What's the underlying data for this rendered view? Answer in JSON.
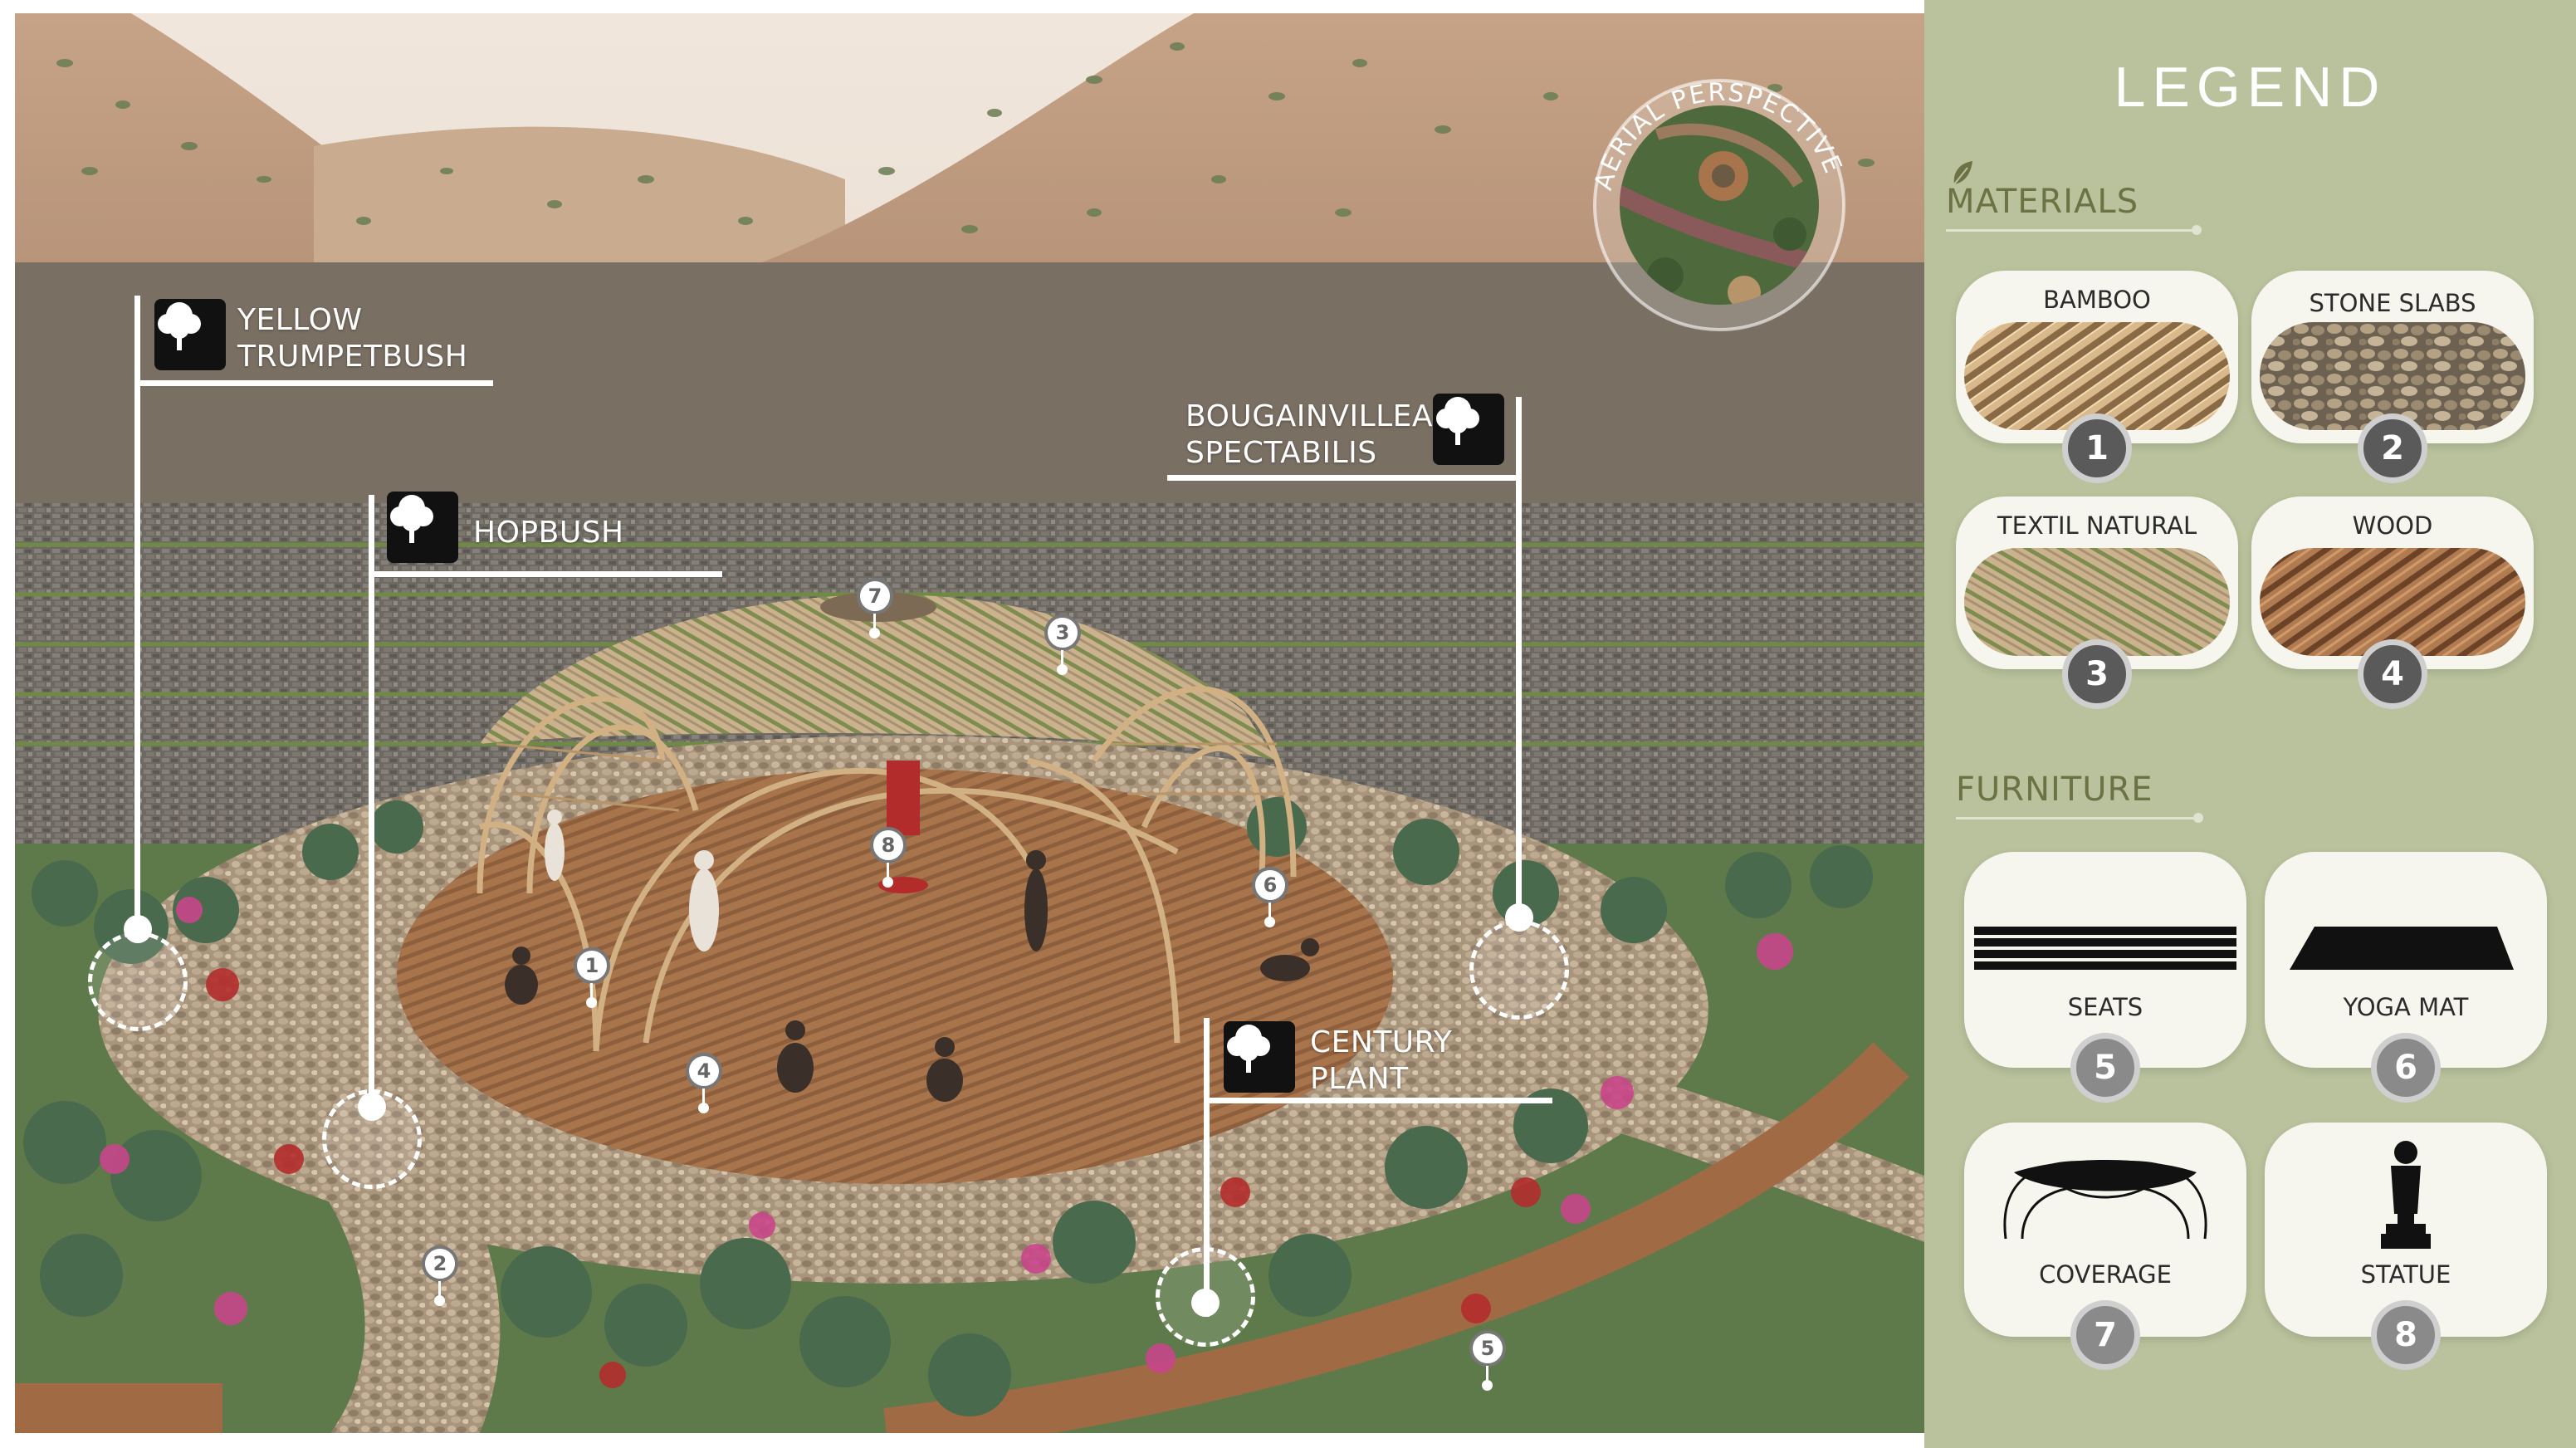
{
  "legend": {
    "title": "LEGEND",
    "materials": {
      "title": "MATERIALS",
      "items": [
        {
          "label": "BAMBOO",
          "number": "1"
        },
        {
          "label": "STONE SLABS",
          "number": "2"
        },
        {
          "label": "TEXTIL NATURAL",
          "number": "3"
        },
        {
          "label": "WOOD",
          "number": "4"
        }
      ]
    },
    "furniture": {
      "title": "FURNITURE",
      "items": [
        {
          "label": "SEATS",
          "number": "5"
        },
        {
          "label": "YOGA MAT",
          "number": "6"
        },
        {
          "label": "COVERAGE",
          "number": "7"
        },
        {
          "label": "STATUE",
          "number": "8"
        }
      ]
    }
  },
  "scene": {
    "aerial_label": "AERIAL PERSPECTIVE",
    "plants": [
      {
        "line1": "YELLOW",
        "line2": "TRUMPETBUSH"
      },
      {
        "line1": "HOPBUSH",
        "line2": ""
      },
      {
        "line1": "BOUGAINVILLEA",
        "line2": "SPECTABILIS"
      },
      {
        "line1": "CENTURY",
        "line2": "PLANT"
      }
    ],
    "markers": [
      "1",
      "2",
      "3",
      "4",
      "5",
      "6",
      "7",
      "8"
    ]
  },
  "colors": {
    "legend_bg": "#b9c29c",
    "section_title": "#6c7244",
    "card_bg": "#f6f6ef",
    "badge": "#5a5a5a",
    "sand": "#c9a788",
    "foliage": "#5f7a4a"
  },
  "icons": [
    "tree-icon",
    "leaf-icon",
    "seats-icon",
    "yoga-mat-icon",
    "coverage-icon",
    "statue-icon"
  ]
}
